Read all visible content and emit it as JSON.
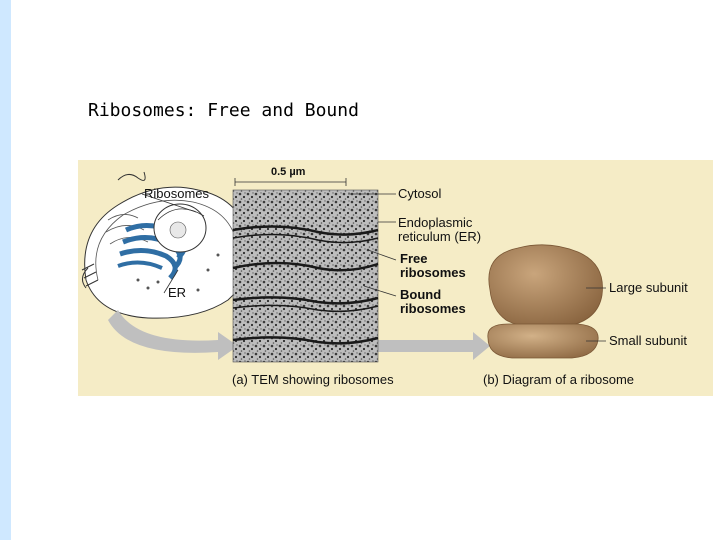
{
  "slide": {
    "title": "Ribosomes: Free and Bound"
  },
  "figure": {
    "scale_label": "0.5 µm",
    "cell": {
      "ribosomes_label": "Ribosomes",
      "er_label": "ER"
    },
    "tem": {
      "cytosol_label": "Cytosol",
      "er_label_line1": "Endoplasmic",
      "er_label_line2": "reticulum (ER)",
      "free_line1": "Free",
      "free_line2": "ribosomes",
      "bound_line1": "Bound",
      "bound_line2": "ribosomes",
      "caption": "(a) TEM showing ribosomes"
    },
    "diagram": {
      "large_label": "Large subunit",
      "small_label": "Small subunit",
      "caption": "(b) Diagram of a ribosome"
    }
  },
  "colors": {
    "figure_bg": "#f5ecc6",
    "left_bar": "#cfe8ff",
    "ribosome_brown": "#a17d55",
    "er_blue": "#2f6ea4"
  }
}
